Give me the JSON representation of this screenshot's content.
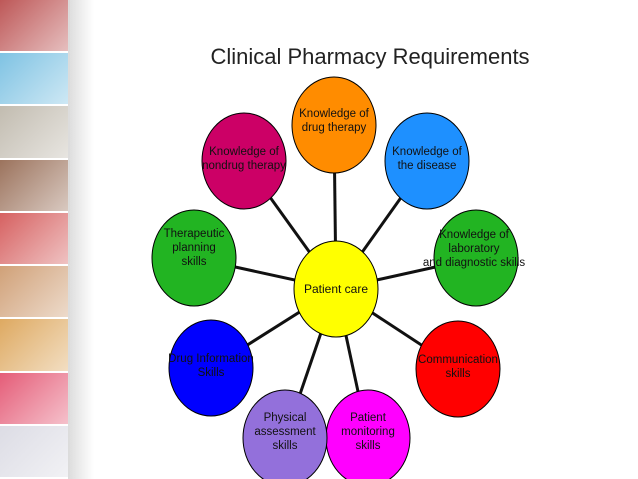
{
  "slide": {
    "title": "Clinical Pharmacy Requirements"
  },
  "diagram": {
    "center": {
      "lines": [
        "Patient care"
      ],
      "color": "#ffff00"
    },
    "nodes": [
      {
        "id": "drug-therapy",
        "lines": [
          "Knowledge of",
          "drug therapy"
        ],
        "color": "#ff8c00"
      },
      {
        "id": "disease",
        "lines": [
          "Knowledge of",
          "the disease"
        ],
        "color": "#1e90ff"
      },
      {
        "id": "laboratory",
        "lines": [
          "Knowledge of",
          "laboratory",
          "and diagnostic skills"
        ],
        "color": "#22b422"
      },
      {
        "id": "communication",
        "lines": [
          "Communication",
          "skills"
        ],
        "color": "#ff0000"
      },
      {
        "id": "patient-monitoring",
        "lines": [
          "Patient",
          "monitoring",
          "skills"
        ],
        "color": "#ff00ff"
      },
      {
        "id": "physical-assessment",
        "lines": [
          "Physical",
          "assessment",
          "skills"
        ],
        "color": "#9370db"
      },
      {
        "id": "drug-information",
        "lines": [
          "Drug Information",
          "Skills"
        ],
        "color": "#0000ff"
      },
      {
        "id": "therapeutic-planning",
        "lines": [
          "Therapeutic",
          "planning",
          "skills"
        ],
        "color": "#22b422"
      },
      {
        "id": "nondrug-therapy",
        "lines": [
          "Knowledge of",
          "nondrug therapy"
        ],
        "color": "#cc0066"
      }
    ]
  },
  "decor": {
    "edge_color": "#111111",
    "node_border": "#000000",
    "photo_strip": [
      "#b23a3a",
      "#68b8de",
      "#b7b0a2",
      "#8a5a40",
      "#cf4545",
      "#c89060",
      "#d89a45",
      "#e04060",
      "#d6d6e0"
    ]
  }
}
